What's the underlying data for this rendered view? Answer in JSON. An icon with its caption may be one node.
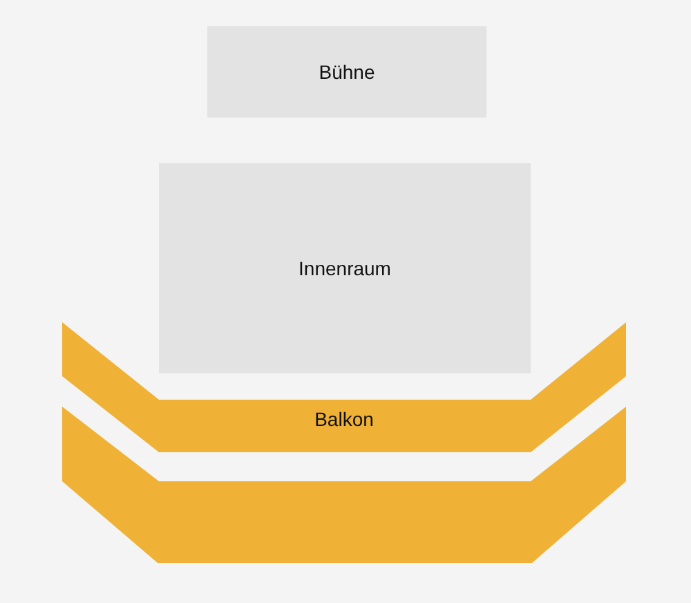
{
  "diagram": {
    "nodes": [
      {
        "text": [
          "Bühne"
        ]
      },
      {
        "text": [
          "Innenraum"
        ]
      },
      {
        "text": [
          "Balkon"
        ]
      },
      {
        "text": [],
        "shape": "band"
      }
    ]
  }
}
